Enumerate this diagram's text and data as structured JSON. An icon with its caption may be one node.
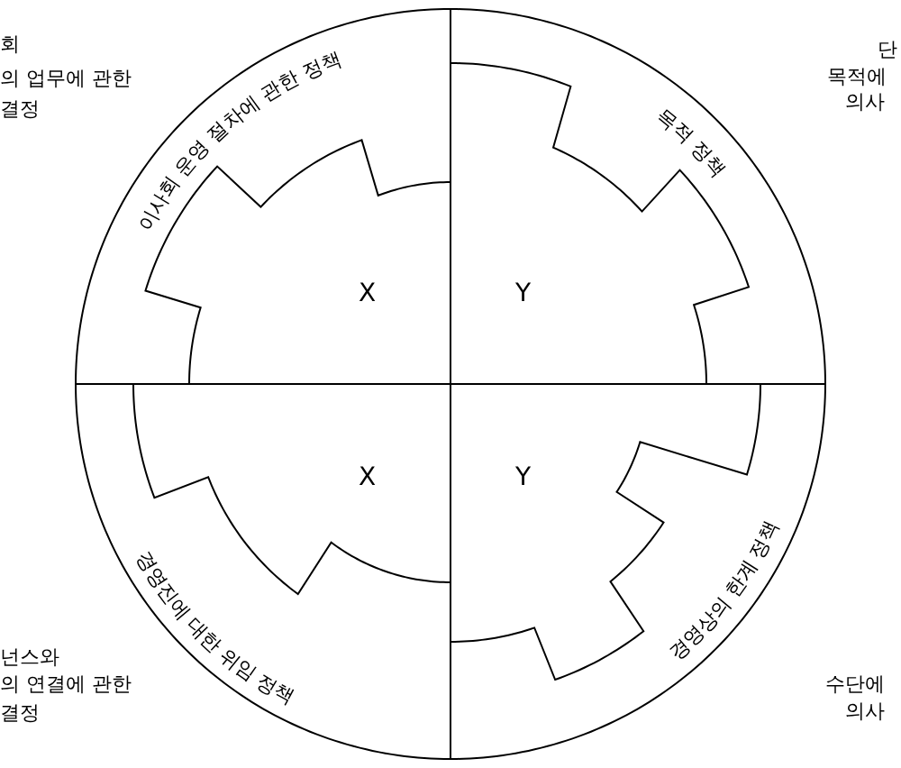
{
  "diagram": {
    "nodes": [
      {
        "text": [
          "이사회 운영 절차에 관한 정책"
        ]
      },
      {
        "text": [
          "X"
        ],
        "in": 0
      },
      {
        "text": [
          "목적 정책"
        ]
      },
      {
        "text": [
          "Y"
        ],
        "in": 2
      },
      {
        "text": [
          "경영진에 대한 위임 정책"
        ]
      },
      {
        "text": [
          "X"
        ],
        "in": 4
      },
      {
        "text": [
          "경영상의 한계 정책"
        ]
      },
      {
        "text": [
          "Y"
        ],
        "in": 6
      }
    ],
    "labels": [
      "회",
      "의 업무에 관한",
      "결정",
      "단",
      "목적에",
      "의사",
      "넌스와",
      "의 연결에 관한",
      "결정",
      "수단에",
      "의사"
    ]
  }
}
